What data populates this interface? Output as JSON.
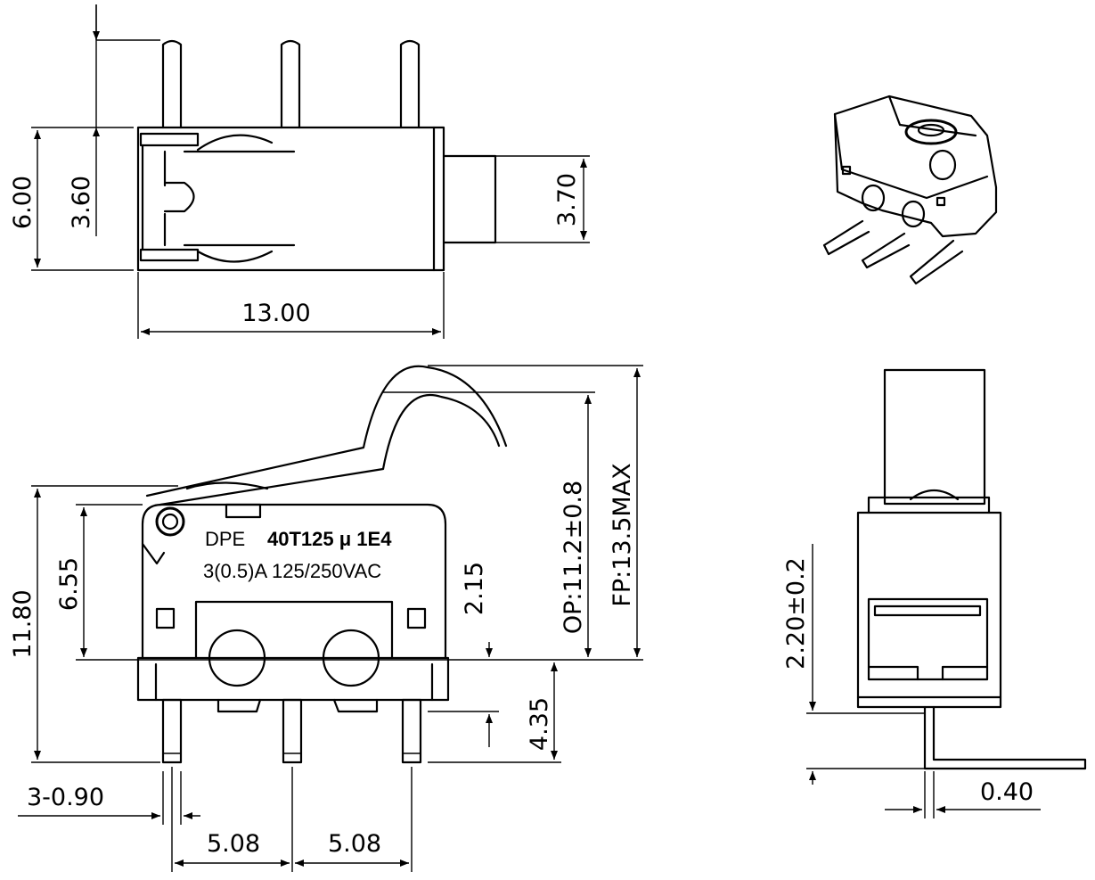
{
  "top_view": {
    "dims": {
      "height": "6.00",
      "pin_extent": "3.60",
      "actuator_width": "3.70",
      "length": "13.00"
    }
  },
  "side_view": {
    "marking_line1": "DPE",
    "marking_model": "40T125 μ 1E4",
    "marking_line2": "3(0.5)A 125/250VAC",
    "dims": {
      "total_height": "11.80",
      "body_height": "6.55",
      "pin_offset": "2.15",
      "pin_length": "4.35",
      "operating_position": "OP:11.2±0.8",
      "free_position": "FP:13.5MAX",
      "pin_width": "3-0.90",
      "pitch_1": "5.08",
      "pitch_2": "5.08"
    }
  },
  "end_view": {
    "dims": {
      "pin_height": "2.20±0.2",
      "pin_thickness": "0.40"
    }
  }
}
